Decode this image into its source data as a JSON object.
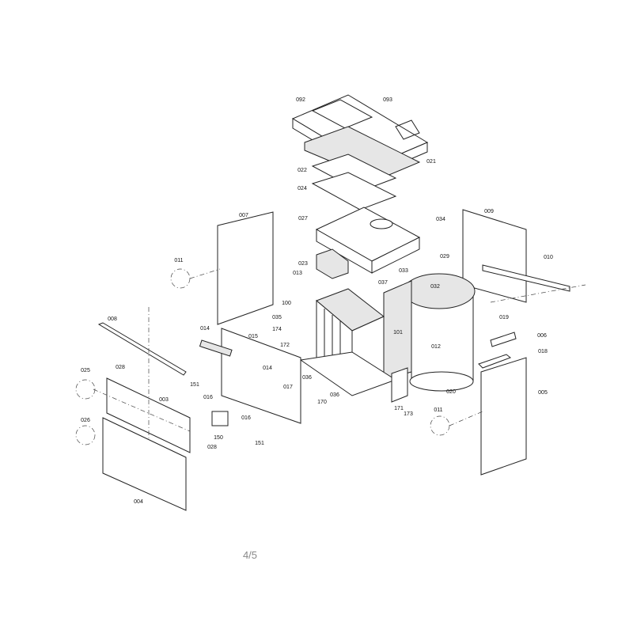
{
  "diagram": {
    "labels": [
      "092",
      "093",
      "021",
      "022",
      "024",
      "027",
      "034",
      "009",
      "010",
      "007",
      "011",
      "023",
      "013",
      "029",
      "033",
      "037",
      "032",
      "100",
      "035",
      "174",
      "101",
      "019",
      "006",
      "008",
      "014",
      "015",
      "172",
      "012",
      "018",
      "005",
      "025",
      "028",
      "151",
      "016",
      "014",
      "017",
      "036",
      "036",
      "170",
      "171",
      "173",
      "020",
      "003",
      "011",
      "026",
      "150",
      "016",
      "151",
      "028",
      "004"
    ]
  },
  "page_indicator": "4/5"
}
